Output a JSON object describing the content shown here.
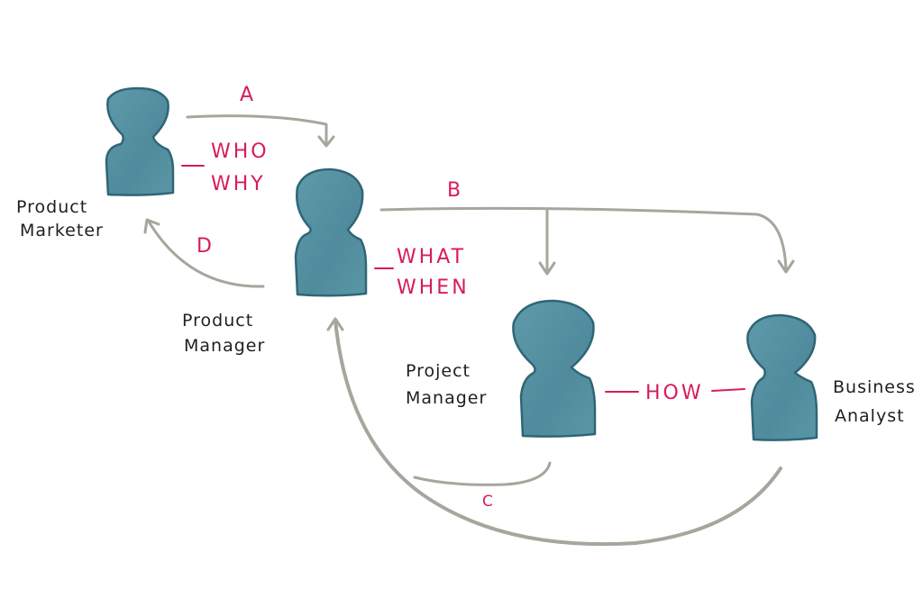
{
  "roles": {
    "product_marketer": [
      "Product",
      "Marketer"
    ],
    "product_manager": [
      "Product",
      "Manager"
    ],
    "project_manager": [
      "Project",
      "Manager"
    ],
    "business_analyst": [
      "Business",
      "Analyst"
    ]
  },
  "tags": {
    "marketer": [
      "WHO",
      "WHY"
    ],
    "product_manager": [
      "WHAT",
      "WHEN"
    ],
    "how": "HOW"
  },
  "flows": {
    "a": "A",
    "b": "B",
    "c": "C",
    "d": "D"
  },
  "colors": {
    "person_fill": "#4f8b9c",
    "person_stroke": "#2f6676",
    "arrow": "#a8a59c",
    "tag": "#d81b5b",
    "role_text": "#1f1f1f"
  }
}
